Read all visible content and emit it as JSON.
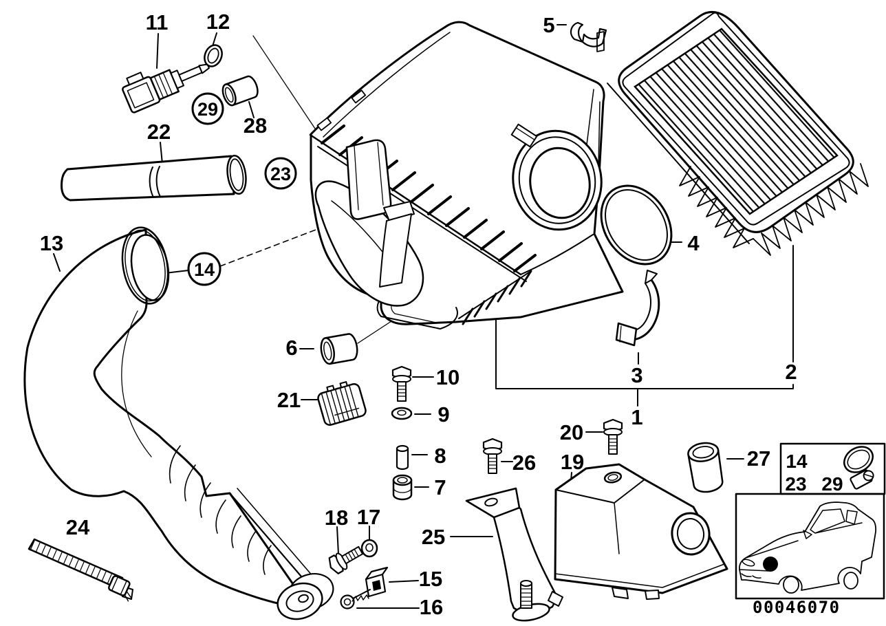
{
  "figure": {
    "part_number": "00046070"
  },
  "labels": {
    "1": "1",
    "2": "2",
    "3": "3",
    "4": "4",
    "5": "5",
    "6": "6",
    "7": "7",
    "8": "8",
    "9": "9",
    "10": "10",
    "11": "11",
    "12": "12",
    "13": "13",
    "14": "14",
    "15": "15",
    "16": "16",
    "17": "17",
    "18": "18",
    "19": "19",
    "20": "20",
    "21": "21",
    "22": "22",
    "23": "23",
    "24": "24",
    "25": "25",
    "26": "26",
    "27": "27",
    "28": "28",
    "29": "29"
  },
  "legend": {
    "items": [
      "14",
      "23",
      "29"
    ],
    "icon": "hose-clamp-icon"
  },
  "car_inset": {
    "icon": "car-location-icon",
    "marker": "filled-dot"
  }
}
